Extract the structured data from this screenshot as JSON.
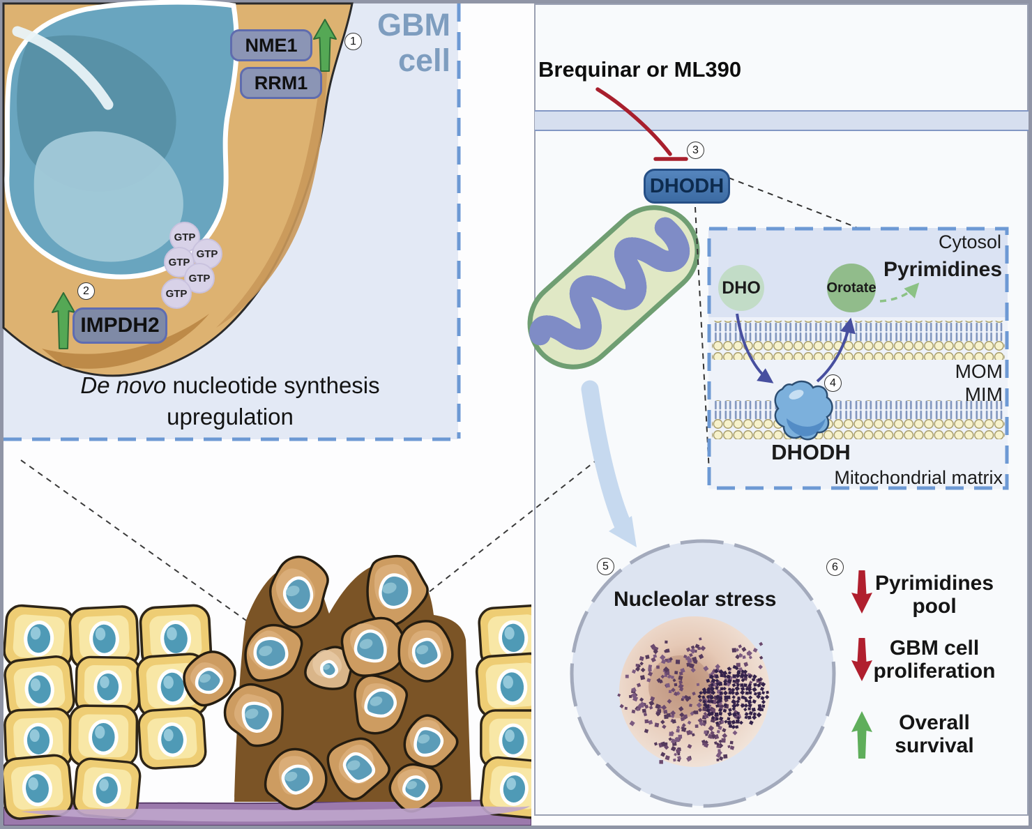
{
  "left_inset": {
    "cell_name": [
      "GBM",
      "cell"
    ],
    "genes": [
      "NME1",
      "RRM1"
    ],
    "enzyme": "IMPDH2",
    "metabolites": [
      "GTP",
      "GTP",
      "GTP",
      "GTP",
      "GTP"
    ],
    "steps": {
      "one": "1",
      "two": "2"
    },
    "caption_italic": "De novo",
    "caption_rest": " nucleotide synthesis",
    "caption_line2": "upregulation"
  },
  "right_panel": {
    "drug_label": "Brequinar or ML390",
    "enzyme_pill": "DHODH",
    "step3": "3",
    "inset": {
      "compartment_top": "Cytosol",
      "product": "Pyrimidines",
      "substrate": "DHO",
      "intermediate": "Orotate",
      "membrane_outer": "MOM",
      "membrane_inner": "MIM",
      "enzyme": "DHODH",
      "compartment_bottom": "Mitochondrial matrix",
      "step4": "4"
    },
    "nucleus": {
      "label": "Nucleolar stress",
      "step5": "5"
    },
    "outcomes": {
      "step6": "6",
      "items": [
        {
          "line1": "Pyrimidines",
          "line2": "pool",
          "direction": "down",
          "color": "#b01f2e"
        },
        {
          "line1": "GBM cell",
          "line2": "proliferation",
          "direction": "down",
          "color": "#b01f2e"
        },
        {
          "line1": "Overall",
          "line2": "survival",
          "direction": "up",
          "color": "#5fae5b"
        }
      ]
    }
  },
  "colors": {
    "dashed_border_blue": "#6d99d4",
    "inhibit_red": "#a81f2d",
    "up_green": "#55a855",
    "down_red": "#b01f2e"
  }
}
